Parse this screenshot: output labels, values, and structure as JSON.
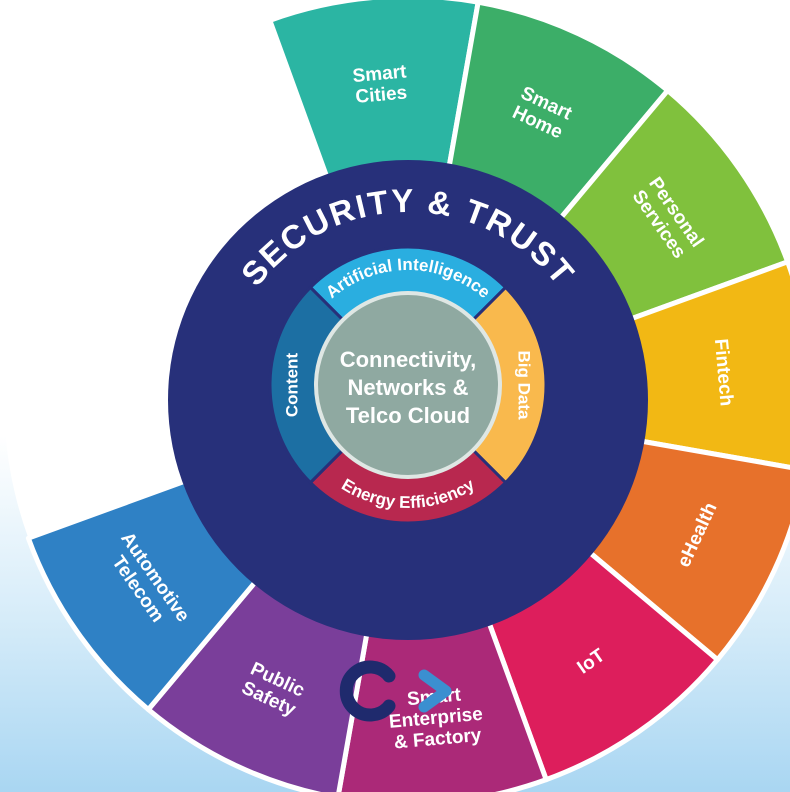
{
  "outer_segments": [
    {
      "label": "Smart\nCities",
      "color": "#2bb5a3"
    },
    {
      "label": "Smart\nHome",
      "color": "#3cae68"
    },
    {
      "label": "Personal\nServices",
      "color": "#80c13d"
    },
    {
      "label": "Fintech",
      "color": "#f2b814"
    },
    {
      "label": "eHealth",
      "color": "#e7712b"
    },
    {
      "label": "IoT",
      "color": "#dd1e5c"
    },
    {
      "label": "Smart\nEnterprise\n& Factory",
      "color": "#ab2978"
    },
    {
      "label": "Public\nSafety",
      "color": "#7a3e9a"
    },
    {
      "label": "Automotive\nTelecom",
      "color": "#2f81c5"
    }
  ],
  "security_ring": {
    "label": "SECURITY & TRUST",
    "color": "#27307a"
  },
  "inner_ring": [
    {
      "label": "Artificial Intelligence",
      "color": "#2aaee0"
    },
    {
      "label": "Big Data",
      "color": "#f9b94d"
    },
    {
      "label": "Energy Efficiency",
      "color": "#b8284f"
    },
    {
      "label": "Content",
      "color": "#1c6fa3"
    }
  ],
  "core": {
    "label": "Connectivity,\nNetworks &\nTelco Cloud",
    "color": "#8fa9a1"
  },
  "logo": {
    "text": "C>",
    "colors": [
      "#1f2a6d",
      "#3b8fd0"
    ]
  }
}
